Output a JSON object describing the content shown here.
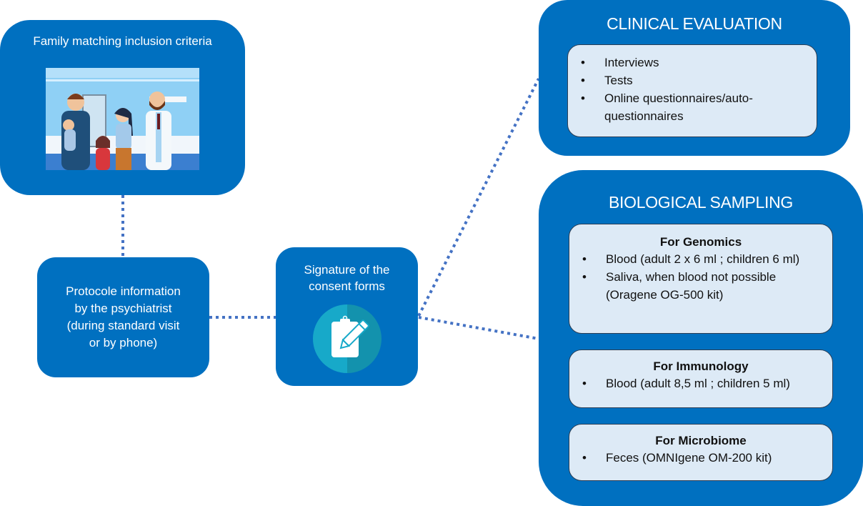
{
  "diagram": {
    "family_box": {
      "title": "Family matching inclusion criteria",
      "illustration": "family-with-doctor-illustration"
    },
    "protocol_box": {
      "lines": [
        "Protocole information",
        "by the psychiatrist",
        "(during standard visit",
        "or by phone)"
      ]
    },
    "signature_box": {
      "lines": [
        "Signature of the",
        "consent forms"
      ],
      "icon": "clipboard-pencil-icon"
    },
    "clinical_evaluation": {
      "title": "CLINICAL EVALUATION",
      "items": [
        "Interviews",
        "Tests",
        "Online questionnaires/auto-questionnaires"
      ]
    },
    "biological_sampling": {
      "title": "BIOLOGICAL SAMPLING",
      "sections": [
        {
          "title": "For Genomics",
          "items": [
            "Blood (adult 2 x 6 ml ; children 6 ml)",
            "Saliva, when blood not possible (Oragene OG-500 kit)"
          ]
        },
        {
          "title": "For Immunology",
          "items": [
            "Blood (adult 8,5 ml ; children 5 ml)"
          ]
        },
        {
          "title": "For Microbiome",
          "items": [
            "Feces (OMNIgene OM-200 kit)"
          ]
        }
      ]
    },
    "connections": [
      {
        "from": "family_box",
        "to": "protocol_box",
        "style": "dotted"
      },
      {
        "from": "protocol_box",
        "to": "signature_box",
        "style": "dotted"
      },
      {
        "from": "signature_box",
        "to": "clinical_evaluation",
        "style": "dotted"
      },
      {
        "from": "signature_box",
        "to": "biological_sampling",
        "style": "dotted"
      }
    ],
    "colors": {
      "box_fill": "#0070c0",
      "inner_fill": "#ddeaf6",
      "connector": "#4472c4",
      "icon_circle_left": "#17a9c9",
      "icon_circle_right": "#1392ad"
    }
  }
}
